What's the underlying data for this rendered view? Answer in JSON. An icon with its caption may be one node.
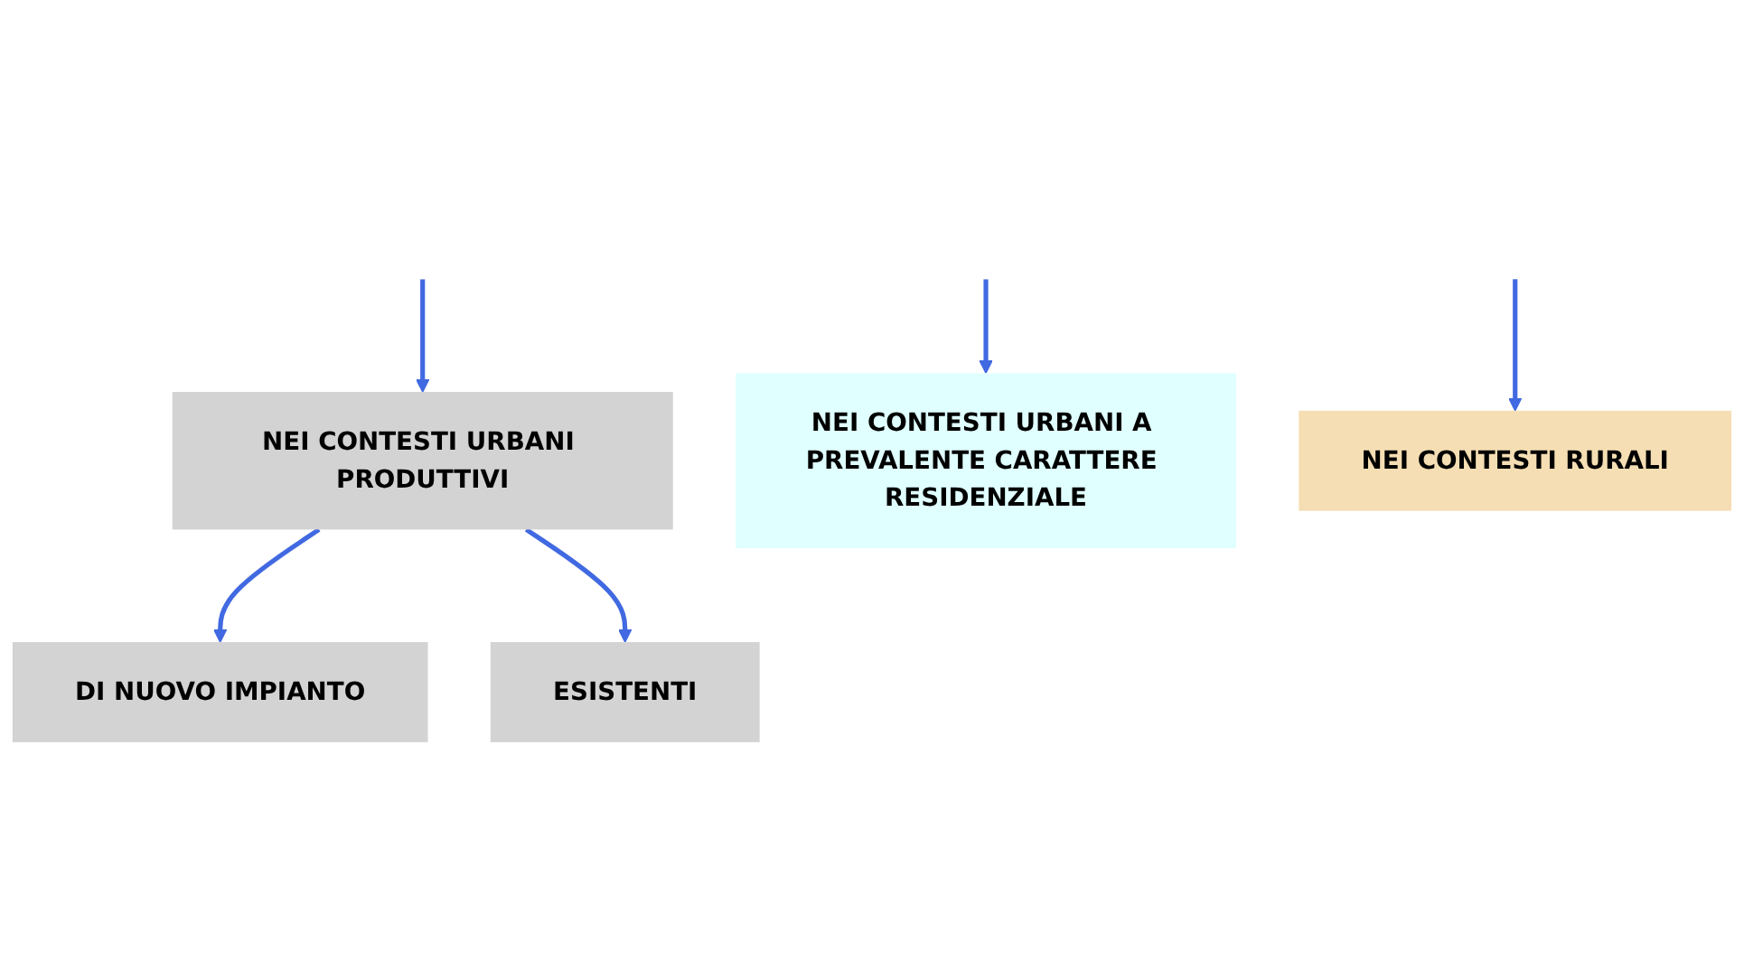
{
  "diagram": {
    "nodes": [
      {
        "text": [
          "NEI CONTESTI URBANI PRODUTTIVI"
        ]
      },
      {
        "text": [
          "NEI CONTESTI URBANI A PREVALENTE CARATTERE RESIDENZIALE"
        ]
      },
      {
        "text": [
          "NEI CONTESTI RURALI"
        ]
      },
      {
        "text": [
          "DI NUOVO IMPIANTO"
        ]
      },
      {
        "text": [
          "ESISTENTI"
        ]
      }
    ],
    "edges": [
      {
        "from": null,
        "to": 0,
        "arrow": "to"
      },
      {
        "from": null,
        "to": 1,
        "arrow": "to"
      },
      {
        "from": null,
        "to": 2,
        "arrow": "to"
      },
      {
        "from": 0,
        "to": 3,
        "arrow": "to"
      },
      {
        "from": 0,
        "to": 4,
        "arrow": "to"
      }
    ]
  }
}
